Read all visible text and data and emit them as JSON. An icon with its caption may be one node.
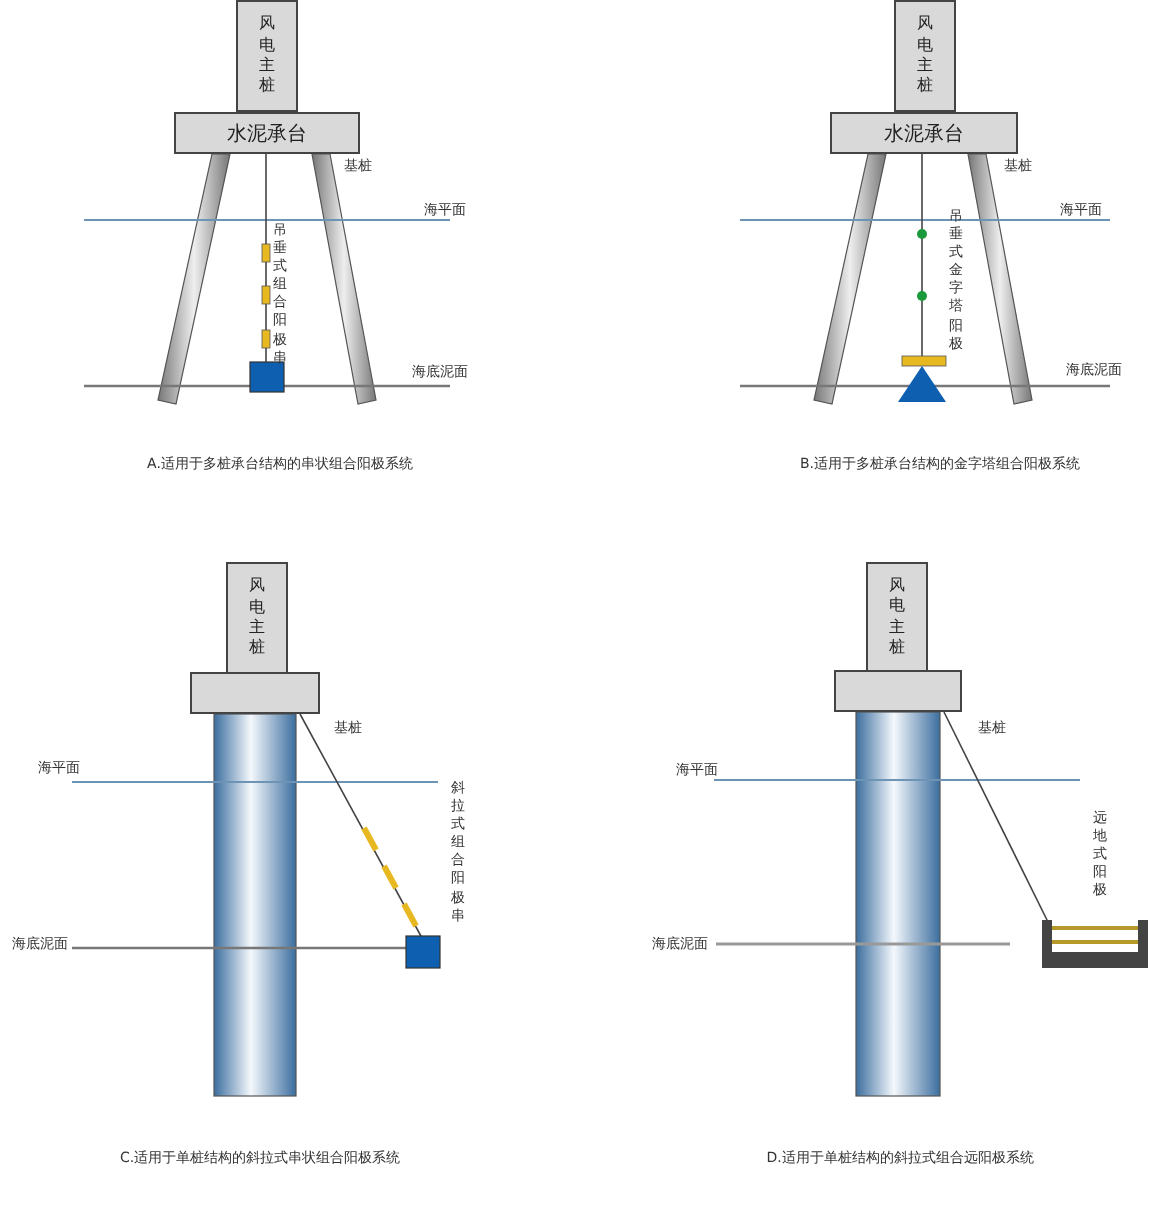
{
  "diagram": {
    "nodes": [
      {
        "text": [
          "风电主桩"
        ]
      },
      {
        "text": [
          "水泥承台"
        ]
      },
      {
        "text": [
          "风电主桩"
        ]
      },
      {
        "text": [
          "水泥承台"
        ]
      },
      {
        "text": [
          "风电主桩"
        ]
      },
      {
        "text": [],
        "shape": "box"
      },
      {
        "text": [
          "风电主桩"
        ]
      },
      {
        "text": [],
        "shape": "box"
      }
    ],
    "labels": [
      "基桩",
      "海平面",
      "吊垂式组合阳极串",
      "海底泥面",
      "A.适用于多桩承台结构的串状组合阳极系统",
      "基桩",
      "海平面",
      "吊垂式金字塔阳极",
      "海底泥面",
      "B.适用于多桩承台结构的金字塔组合阳极系统",
      "基桩",
      "海平面",
      "斜拉式组合阳极串",
      "海底泥面",
      "C.适用于单桩结构的斜拉式串状组合阳极系统",
      "基桩",
      "海平面",
      "远地式阳极",
      "海底泥面",
      "D.适用于单桩结构的斜拉式组合远阳极系统"
    ]
  }
}
